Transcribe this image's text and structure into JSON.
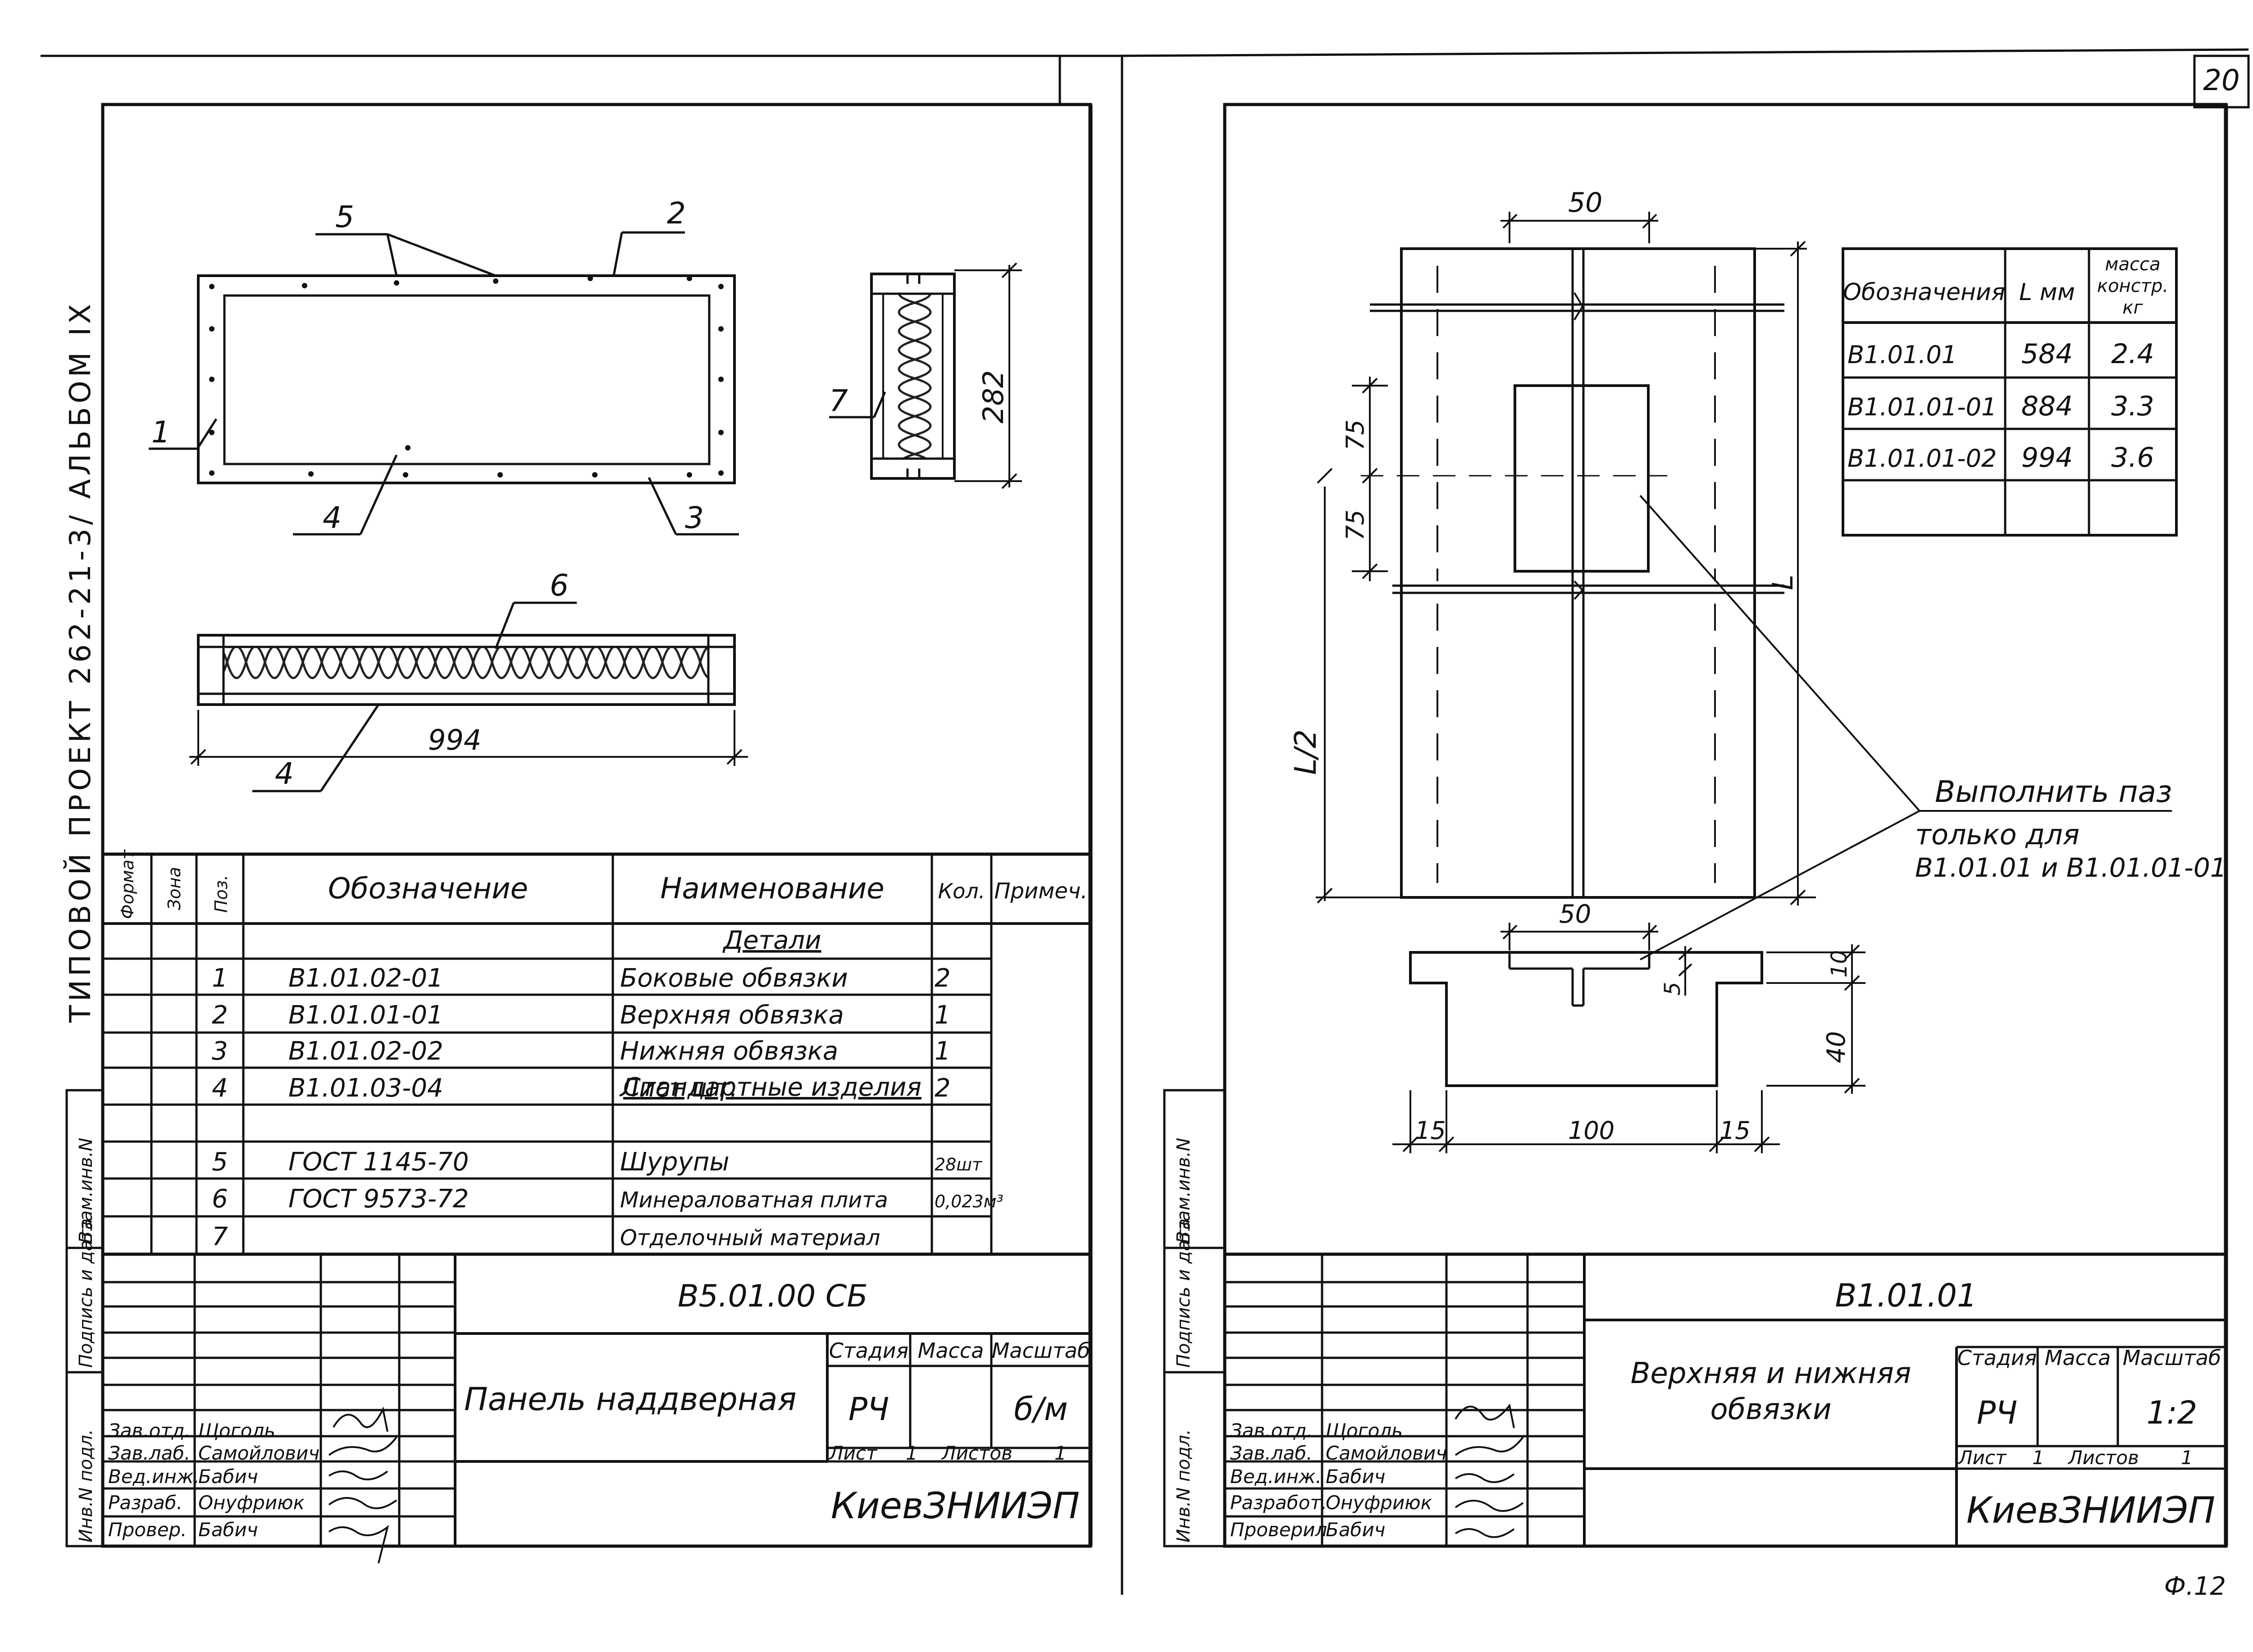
{
  "side_label": {
    "text": "ТИПОВОЙ   ПРОЕКТ 262-21-3/   АЛЬБОМ IX"
  },
  "page_number": "20",
  "footer_mark": "Ф.12",
  "left_sheet": {
    "front_view": {
      "callouts": [
        "5",
        "2",
        "1",
        "4",
        "3"
      ]
    },
    "side_section": {
      "callout": "7",
      "dim_height": "282"
    },
    "bottom_section": {
      "callouts": [
        "6",
        "4"
      ],
      "dim_length": "994"
    },
    "spec": {
      "headers": {
        "format": "Формат",
        "zone": "Зона",
        "pos": "Поз.",
        "designation": "Обозначение",
        "name": "Наименование",
        "qty": "Кол.",
        "note": "Примеч."
      },
      "group_details": "Детали",
      "group_standard": "Стандартные изделия",
      "rows": [
        {
          "pos": "1",
          "designation": "B1.01.02-01",
          "name": "Боковые обвязки",
          "qty": "2"
        },
        {
          "pos": "2",
          "designation": "B1.01.01-01",
          "name": "Верхняя обвязка",
          "qty": "1"
        },
        {
          "pos": "3",
          "designation": "B1.01.02-02",
          "name": "Нижняя обвязка",
          "qty": "1"
        },
        {
          "pos": "4",
          "designation": "B1.01.03-04",
          "name": "Лист  шт.",
          "qty": "2"
        },
        {
          "pos": "5",
          "designation": "ГОСТ 1145-70",
          "name": "Шурупы",
          "qty": "28шт"
        },
        {
          "pos": "6",
          "designation": "ГОСТ 9573-72",
          "name": "Минераловатная плита",
          "qty": "0,023м³"
        },
        {
          "pos": "7",
          "designation": "",
          "name": "Отделочный материал",
          "qty": ""
        }
      ]
    },
    "title_block": {
      "code": "В5.01.00 СБ",
      "title": "Панель наддверная",
      "stage_label": "Стадия",
      "mass_label": "Масса",
      "scale_label": "Масштаб",
      "stage": "РЧ",
      "mass": "",
      "scale": "б/м",
      "sheet_label": "Лист",
      "sheet": "1",
      "sheets_label": "Листов",
      "sheets": "1",
      "org": "КиевЗНИИЭП",
      "staff": [
        {
          "role": "Зав.отд.",
          "name": "Щоголь"
        },
        {
          "role": "Зав.лаб.",
          "name": "Самойлович"
        },
        {
          "role": "Вед.инж.",
          "name": "Бабич"
        },
        {
          "role": "Разраб.",
          "name": "Онуфриюк"
        },
        {
          "role": "Провер.",
          "name": "Бабич"
        }
      ],
      "side_stamps": [
        "Инв.N подл.",
        "Подпись и дата",
        "Взам.инв.N"
      ]
    }
  },
  "right_sheet": {
    "drawing": {
      "dim_top": "50",
      "dim_75a": "75",
      "dim_75b": "75",
      "dim_L": "L",
      "dim_L2": "L/2",
      "dim_slot_w": "50",
      "dim_5": "5",
      "dim_10": "10",
      "dim_40": "40",
      "dim_15a": "15",
      "dim_100": "100",
      "dim_15b": "15",
      "note_line1": "Выполнить паз",
      "note_line2": "только для",
      "note_line3": "В1.01.01 и В1.01.01-01"
    },
    "table": {
      "headers": {
        "designation": "Обозначения",
        "length": "L мм",
        "mass_line1": "масса",
        "mass_line2": "констр.",
        "mass_line3": "кг"
      },
      "rows": [
        {
          "designation": "В1.01.01",
          "length": "584",
          "mass": "2.4"
        },
        {
          "designation": "В1.01.01-01",
          "length": "884",
          "mass": "3.3"
        },
        {
          "designation": "В1.01.01-02",
          "length": "994",
          "mass": "3.6"
        }
      ]
    },
    "title_block": {
      "code": "В1.01.01",
      "title_line1": "Верхняя и нижняя",
      "title_line2": "обвязки",
      "stage_label": "Стадия",
      "mass_label": "Масса",
      "scale_label": "Масштаб",
      "stage": "РЧ",
      "mass": "",
      "scale": "1:2",
      "sheet_label": "Лист",
      "sheet": "1",
      "sheets_label": "Листов",
      "sheets": "1",
      "org": "КиевЗНИИЭП",
      "staff": [
        {
          "role": "Зав.отд.",
          "name": "Щоголь"
        },
        {
          "role": "Зав.лаб.",
          "name": "Самойлович"
        },
        {
          "role": "Вед.инж.",
          "name": "Бабич"
        },
        {
          "role": "Разработ.",
          "name": "Онуфриюк"
        },
        {
          "role": "Проверил",
          "name": "Бабич"
        }
      ],
      "side_stamps": [
        "Инв.N подл.",
        "Подпись и дата",
        "Взам.инв.N"
      ]
    }
  }
}
